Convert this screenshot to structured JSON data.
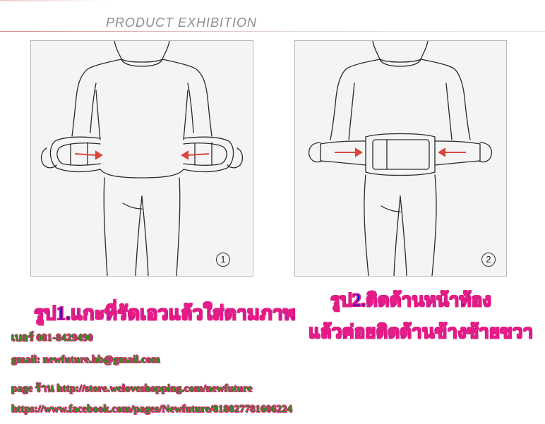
{
  "header": {
    "title": "PRODUCT  EXHIBITION"
  },
  "panels": [
    {
      "number": "1",
      "icon": "person-wearing-belt-open-icon"
    },
    {
      "number": "2",
      "icon": "person-wearing-belt-closed-icon"
    }
  ],
  "captions": {
    "step1": "รูป1.แกะที่รัดเอวแล้วใส่ตามภาพ",
    "step2_line1": "รูป2.ติดด้านหน้าท้อง",
    "step2_line2": "แล้วค่อยติดด้านข้างซ้ายขวา"
  },
  "contact": {
    "phone": "เบอร์ 081-8429490",
    "gmail": "gmail: newfuture.hb@gmail.com",
    "shop": "page ร้าน http://store.weloveshopping.com/newfuture",
    "facebook": "https://www.facebook.com/pages/Newfuture/818027781606224"
  },
  "colors": {
    "caption_text": "#1a14d9",
    "caption_outline": "#e81c89",
    "contact_text": "#2f8f1f",
    "arrow": "#d9453b",
    "panel_bg": "#f4f4f4"
  }
}
